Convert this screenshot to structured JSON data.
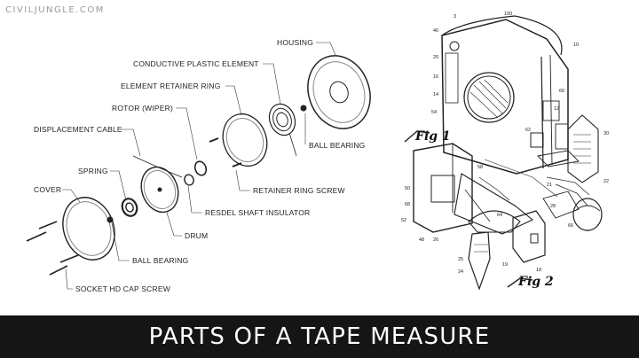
{
  "watermark": "CIVILJUNGLE.COM",
  "title": "PARTS OF A TAPE MEASURE",
  "exploded_labels": {
    "housing": "HOUSING",
    "conductive_plastic_element": "CONDUCTIVE PLASTIC ELEMENT",
    "element_retainer_ring": "ELEMENT RETAINER RING",
    "rotor_wiper": "ROTOR (WIPER)",
    "displacement_cable": "DISPLACEMENT CABLE",
    "spring": "SPRING",
    "cover": "COVER",
    "ball_bearing_top": "BALL BEARING",
    "retainer_ring_screw": "RETAINER RING SCREW",
    "resdel_shaft_insulator": "RESDEL SHAFT INSULATOR",
    "drum": "DRUM",
    "ball_bearing_bottom": "BALL BEARING",
    "socket_hd_cap_screw": "SOCKET HD CAP SCREW"
  },
  "fig_labels": {
    "fig1": "Fig 1",
    "fig2": "Fig 2"
  },
  "patent_numbers": [
    "3",
    "100",
    "10",
    "40",
    "20",
    "16",
    "14",
    "60",
    "62",
    "12",
    "30",
    "22",
    "54",
    "58",
    "50",
    "68",
    "21",
    "28",
    "26",
    "25",
    "24",
    "19",
    "52",
    "48",
    "18",
    "64",
    "66"
  ]
}
